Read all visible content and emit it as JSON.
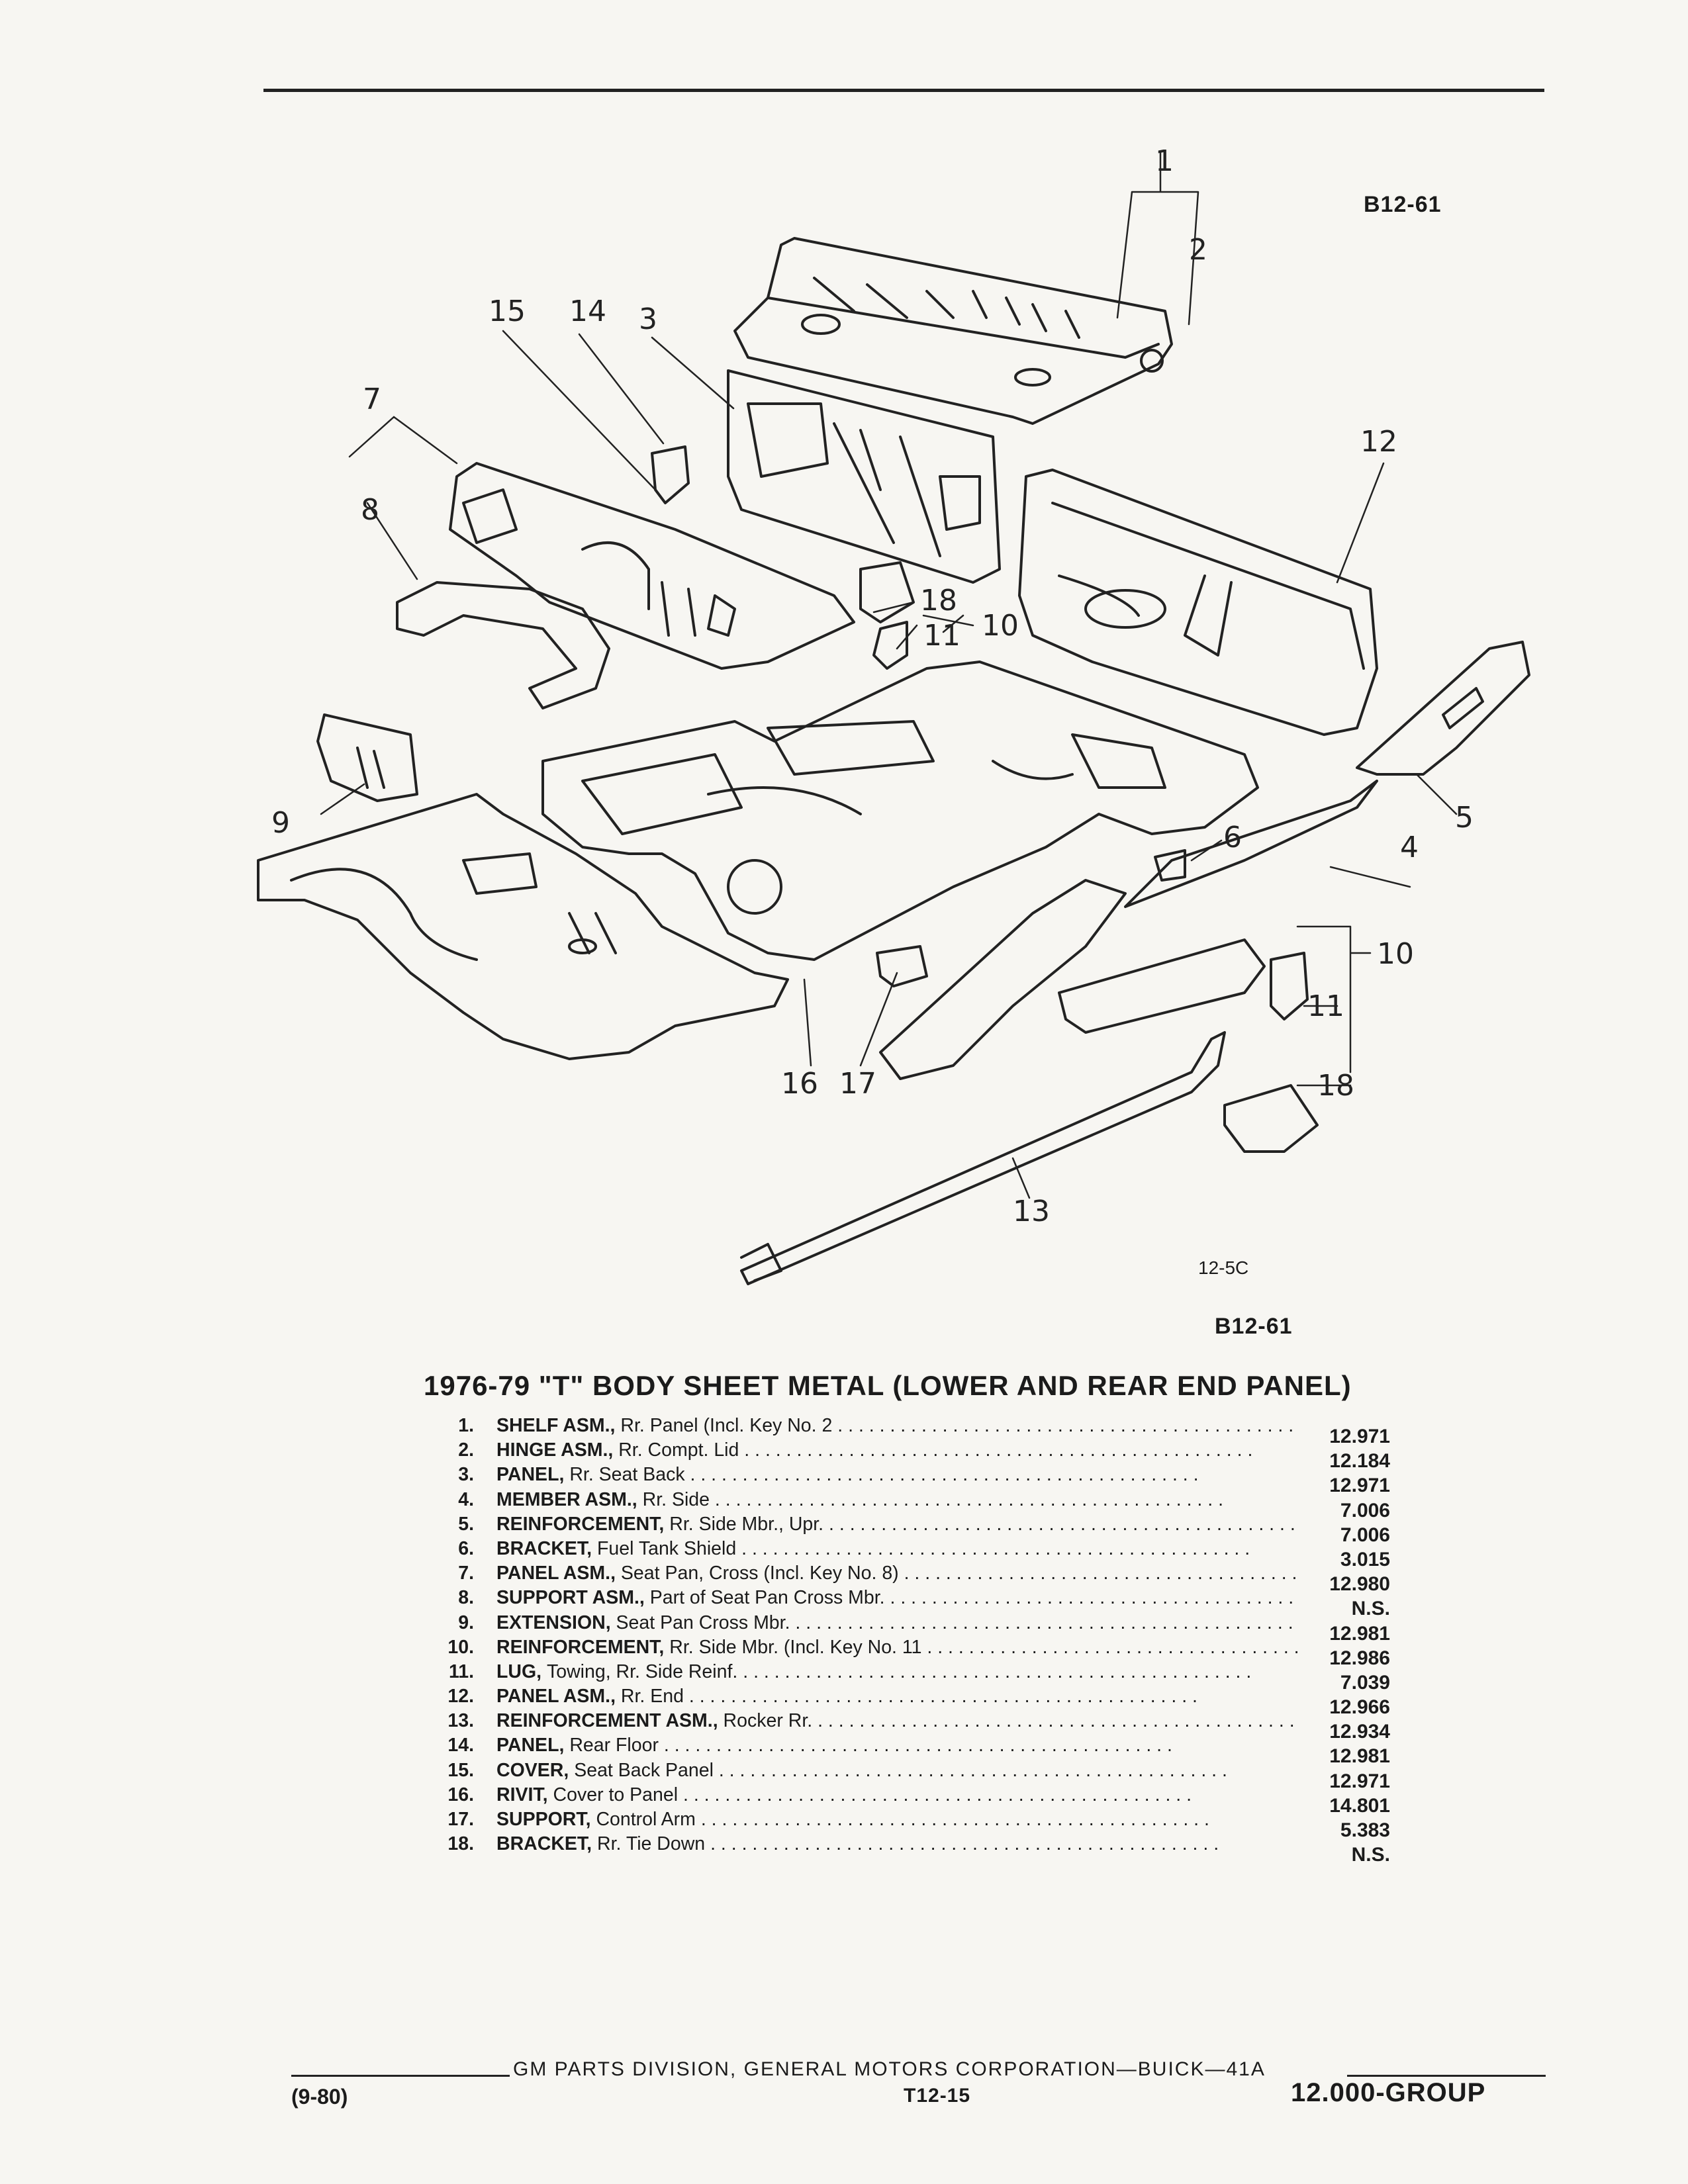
{
  "figure": {
    "code_top": "B12-61",
    "code_bottom": "B12-61",
    "ref": "12-5C",
    "callouts": [
      "1",
      "2",
      "3",
      "4",
      "5",
      "6",
      "7",
      "8",
      "9",
      "10",
      "10",
      "11",
      "11",
      "12",
      "13",
      "14",
      "15",
      "16",
      "17",
      "18",
      "18"
    ]
  },
  "title": "1976-79 \"T\" BODY SHEET METAL (LOWER AND REAR END PANEL)",
  "parts": [
    {
      "num": "1.",
      "name": "SHELF ASM.,",
      "desc": "Rr. Panel (Incl. Key No. 2",
      "code": "12.971"
    },
    {
      "num": "2.",
      "name": "HINGE ASM.,",
      "desc": "Rr. Compt. Lid",
      "code": "12.184"
    },
    {
      "num": "3.",
      "name": "PANEL,",
      "desc": "Rr. Seat Back",
      "code": "12.971"
    },
    {
      "num": "4.",
      "name": "MEMBER ASM.,",
      "desc": "Rr. Side",
      "code": "7.006"
    },
    {
      "num": "5.",
      "name": "REINFORCEMENT,",
      "desc": "Rr. Side Mbr., Upr.",
      "code": "7.006"
    },
    {
      "num": "6.",
      "name": "BRACKET,",
      "desc": "Fuel Tank Shield",
      "code": "3.015"
    },
    {
      "num": "7.",
      "name": "PANEL ASM.,",
      "desc": "Seat Pan, Cross (Incl. Key No. 8)",
      "code": "12.980"
    },
    {
      "num": "8.",
      "name": "SUPPORT ASM.,",
      "desc": "Part of Seat Pan Cross Mbr.",
      "code": "N.S."
    },
    {
      "num": "9.",
      "name": "EXTENSION,",
      "desc": "Seat Pan Cross Mbr.",
      "code": "12.981"
    },
    {
      "num": "10.",
      "name": "REINFORCEMENT,",
      "desc": "Rr. Side Mbr. (Incl. Key No. 11",
      "code": "12.986"
    },
    {
      "num": "11.",
      "name": "LUG,",
      "desc": "Towing, Rr. Side Reinf.",
      "code": "7.039"
    },
    {
      "num": "12.",
      "name": "PANEL ASM.,",
      "desc": "Rr. End",
      "code": "12.966"
    },
    {
      "num": "13.",
      "name": "REINFORCEMENT ASM.,",
      "desc": "Rocker Rr.",
      "code": "12.934"
    },
    {
      "num": "14.",
      "name": "PANEL,",
      "desc": "Rear Floor",
      "code": "12.981"
    },
    {
      "num": "15.",
      "name": "COVER,",
      "desc": "Seat Back Panel",
      "code": "12.971"
    },
    {
      "num": "16.",
      "name": "RIVIT,",
      "desc": "Cover to Panel",
      "code": "14.801"
    },
    {
      "num": "17.",
      "name": "SUPPORT,",
      "desc": "Control Arm",
      "code": "5.383"
    },
    {
      "num": "18.",
      "name": "BRACKET,",
      "desc": "Rr. Tie Down",
      "code": "N.S."
    }
  ],
  "footer": {
    "text": "GM PARTS DIVISION, GENERAL MOTORS CORPORATION—BUICK—41A",
    "date": "(9-80)",
    "page": "T12-15",
    "group": "12.000-GROUP"
  }
}
